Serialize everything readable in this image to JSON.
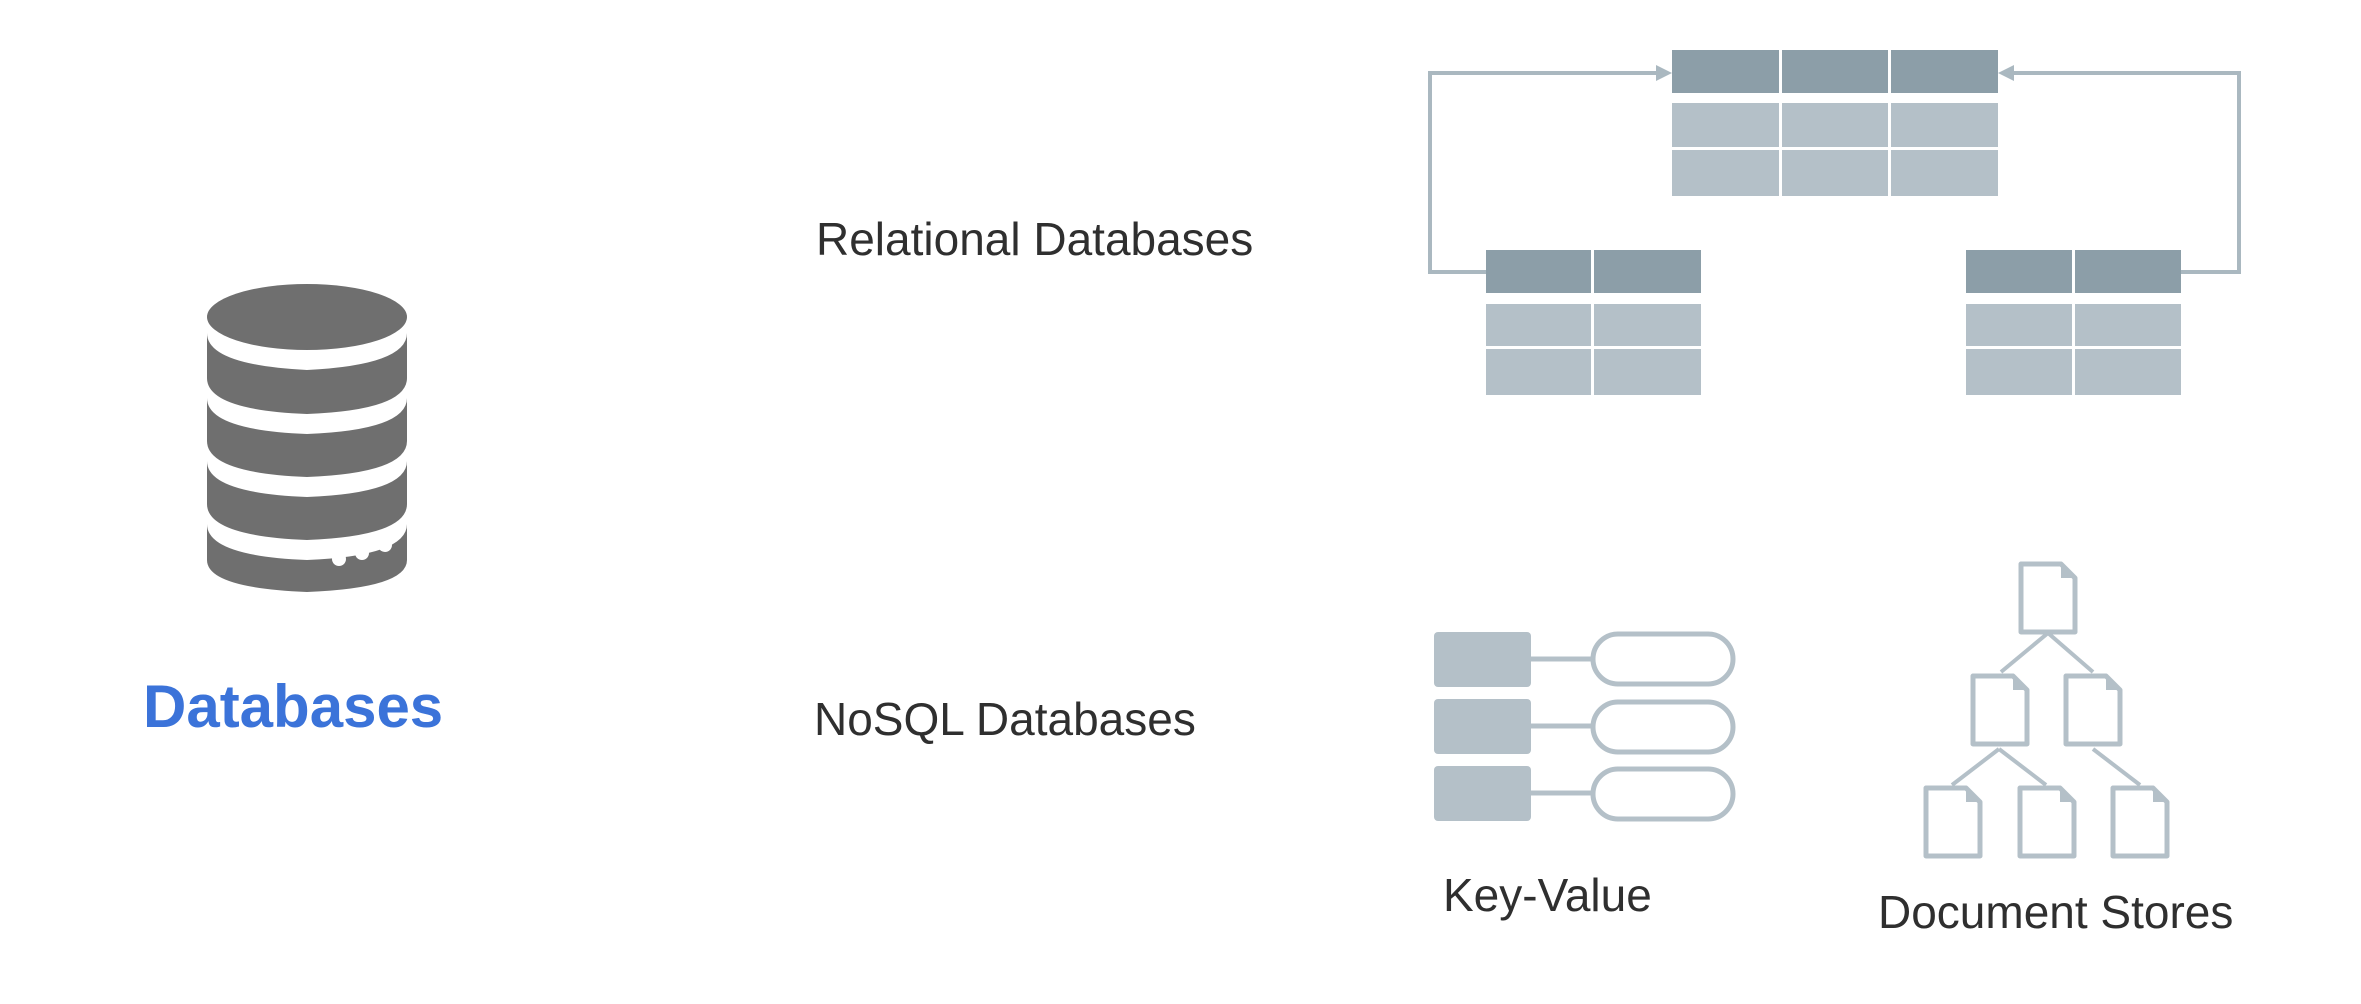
{
  "slide": {
    "main_label": "Databases",
    "relational_label": "Relational Databases",
    "nosql_label": "NoSQL Databases",
    "key_value_label": "Key-Value",
    "document_stores_label": "Document Stores"
  },
  "colors": {
    "accent": "#3b73d9",
    "icon_gray": "#6f6f6f",
    "table_header": "#8c9ea8",
    "table_cell": "#b4c0c8",
    "connector": "#aab8c0",
    "text": "#2f2f2f"
  },
  "icons": {
    "database": "database-icon",
    "relational": "relational-tables-icon",
    "key_value": "key-value-icon",
    "document_tree": "document-tree-icon"
  }
}
